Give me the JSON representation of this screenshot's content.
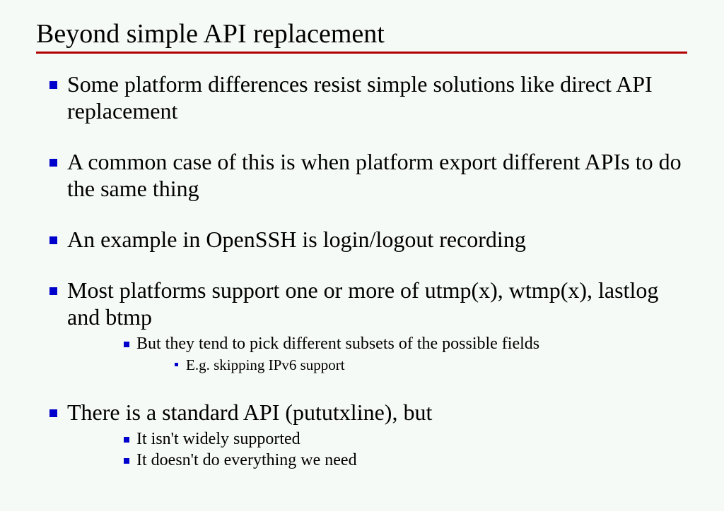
{
  "slide": {
    "title": "Beyond simple API replacement",
    "title_rule_color": "#b00000",
    "background_color": "#f6faf6",
    "text_color": "#000000",
    "bullet_color": "#0000cc",
    "bullets": [
      {
        "level": 1,
        "text": "Some platform differences resist simple solutions like direct API replacement"
      },
      {
        "level": 1,
        "text": "A common case of this is when platform export different APIs to do the same thing"
      },
      {
        "level": 1,
        "text": "An example in OpenSSH is login/logout recording"
      },
      {
        "level": 1,
        "text": "Most platforms support one or more of utmp(x), wtmp(x), lastlog and btmp",
        "children": [
          {
            "level": 2,
            "text": "But they tend to pick different subsets of the possible fields",
            "children": [
              {
                "level": 3,
                "text": "E.g. skipping IPv6 support"
              }
            ]
          }
        ]
      },
      {
        "level": 1,
        "text": "There is a standard API (pututxline), but",
        "children": [
          {
            "level": 2,
            "text": "It isn't widely supported"
          },
          {
            "level": 2,
            "text": "It doesn't do everything we need"
          }
        ]
      }
    ]
  }
}
